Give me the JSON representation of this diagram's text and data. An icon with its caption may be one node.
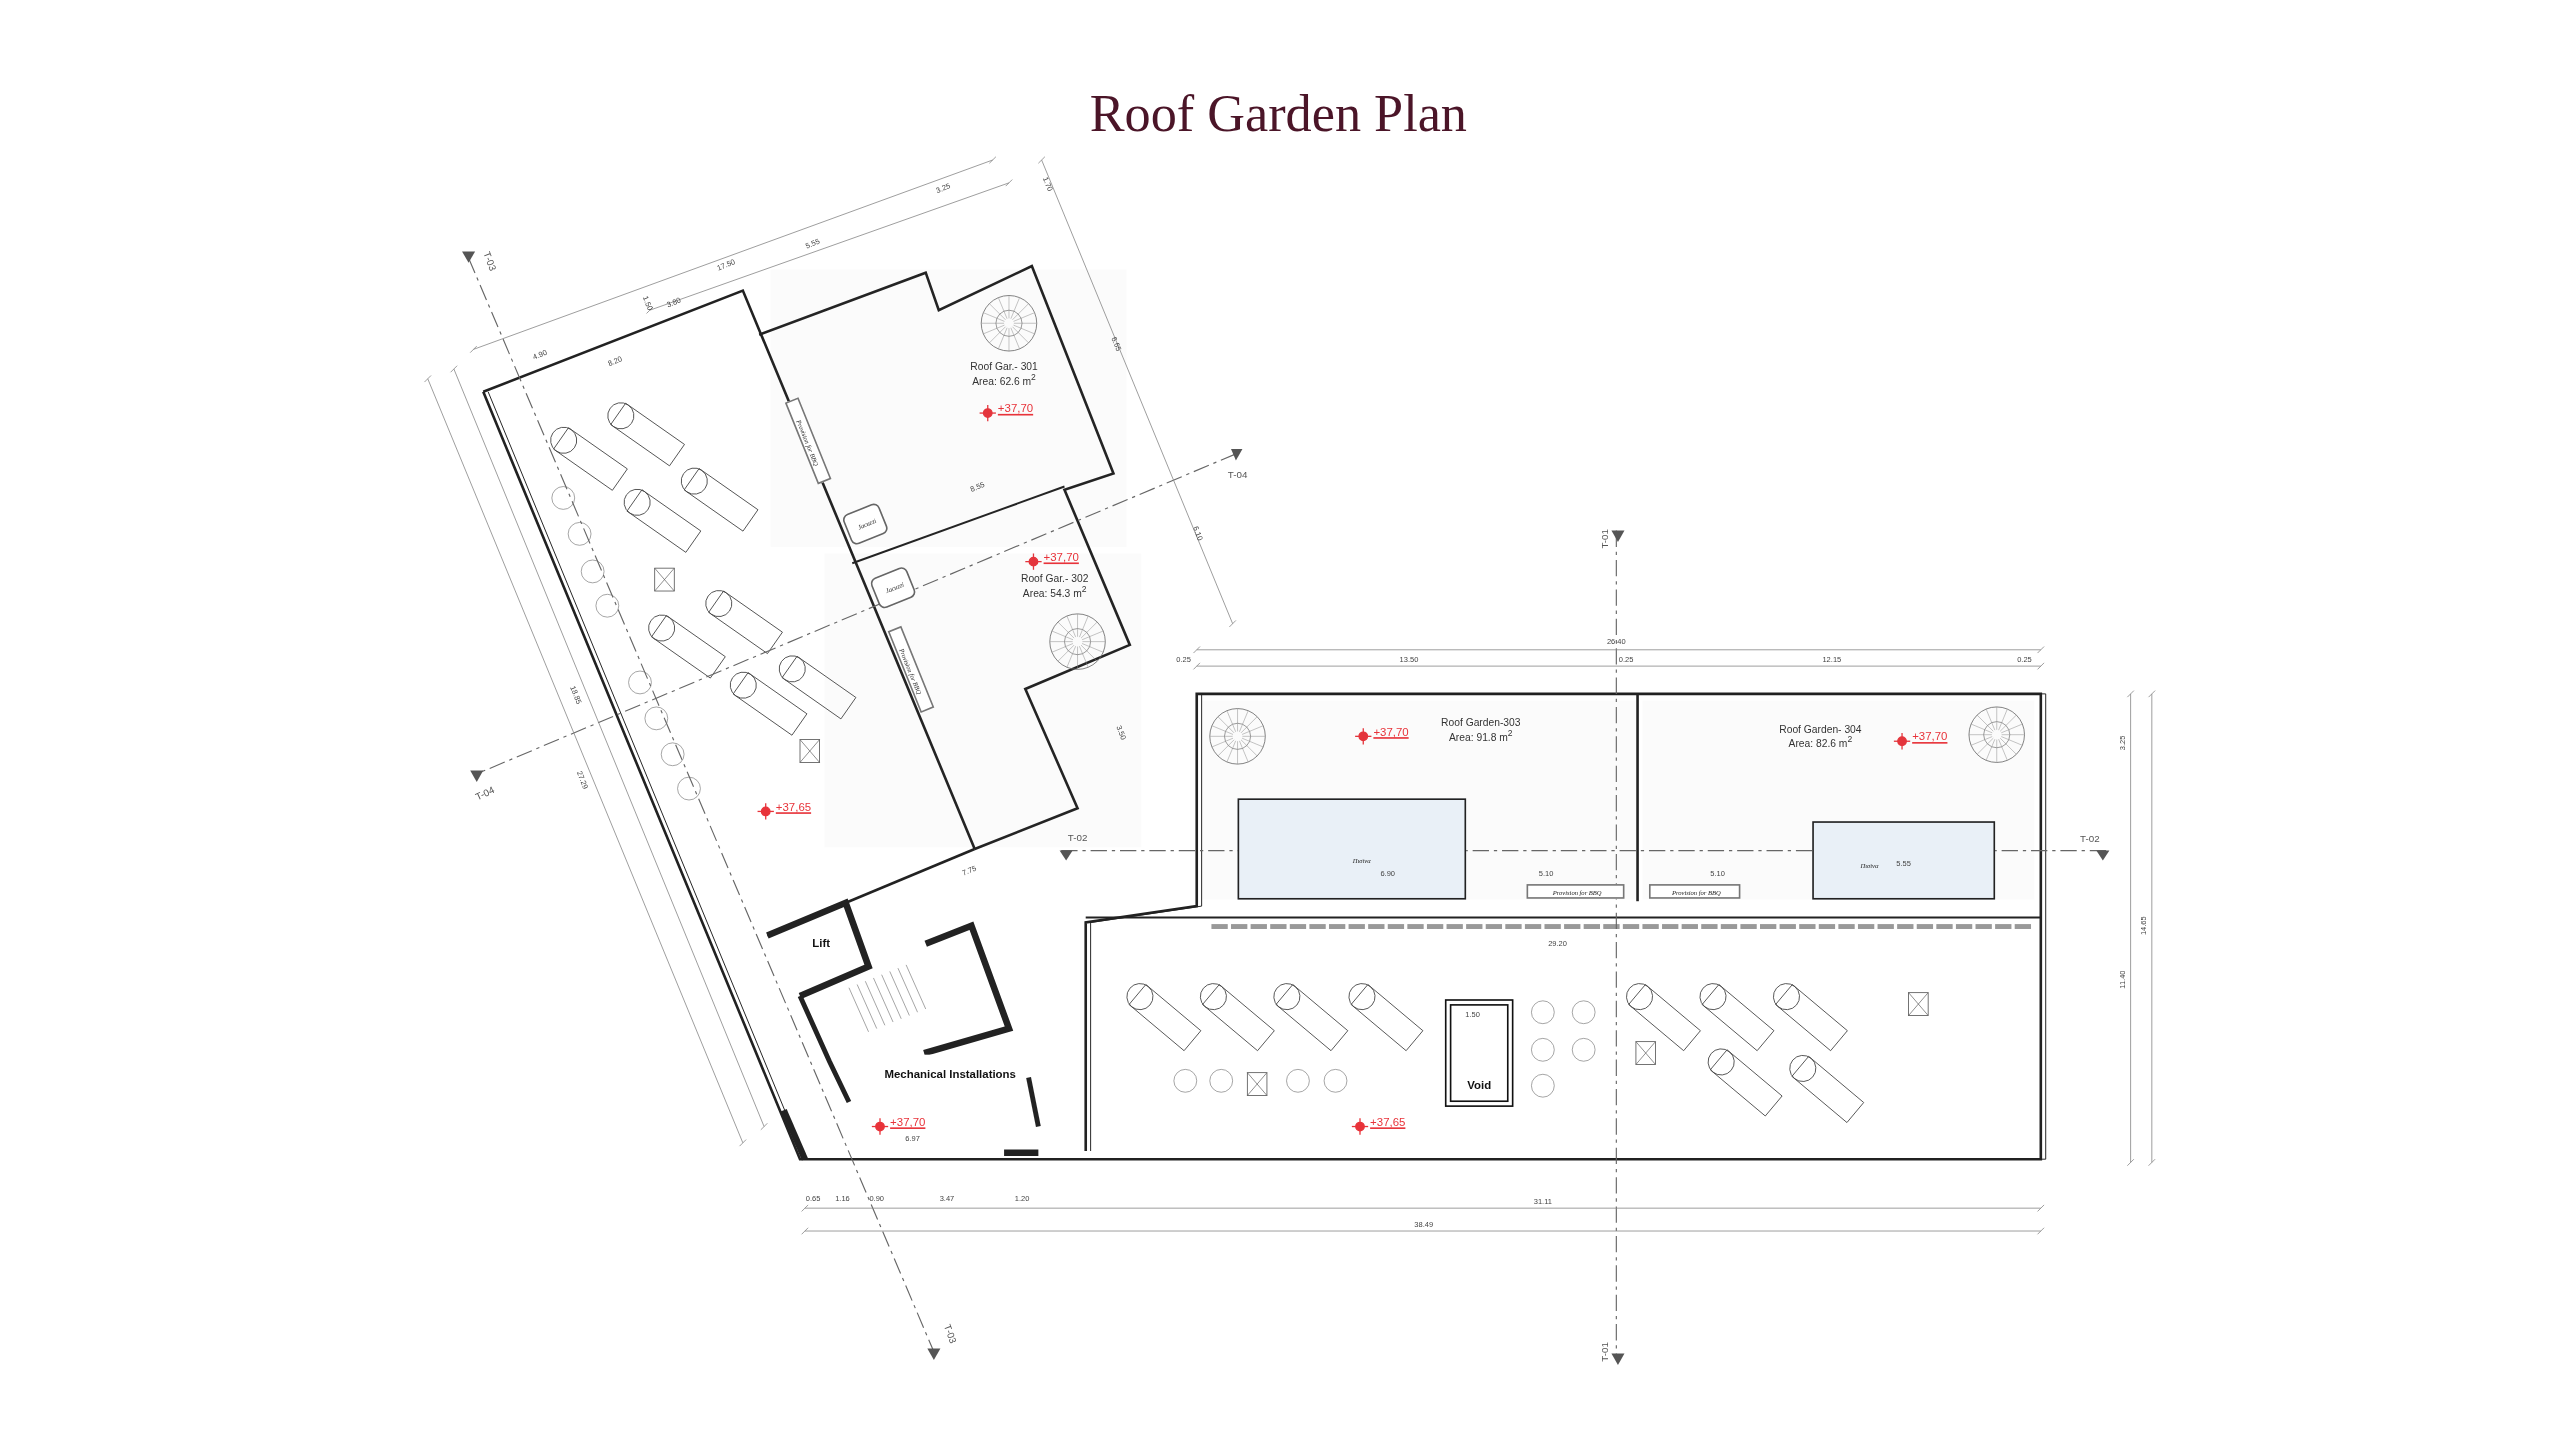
{
  "diagram": {
    "title": "Roof Garden Plan",
    "nodes": [
      {
        "text": [
          "Roof Gar.- 301",
          "Area: 62.6 m$^{2}$"
        ]
      },
      {
        "text": [
          "Provision for BBQ"
        ],
        "in": 0
      },
      {
        "text": [
          "Jacuzzi"
        ],
        "in": 0
      },
      {
        "text": [
          "Roof Gar.- 302",
          "Area: 54.3 m$^{2}$"
        ]
      },
      {
        "text": [
          "Jacuzzi"
        ],
        "in": 3
      },
      {
        "text": [
          "Provision for BBQ"
        ],
        "in": 3
      },
      {
        "text": [
          "Roof Garden-303",
          "Area: 91.8 m$^{2}$"
        ]
      },
      {
        "text": [
          "Πισίνα"
        ],
        "in": 6
      },
      {
        "text": [
          "Provision for BBQ"
        ],
        "in": 6
      },
      {
        "text": [
          "Roof Garden- 304",
          "Area: 82.6 m$^{2}$"
        ]
      },
      {
        "text": [
          "Provision for BBQ"
        ],
        "in": 9
      },
      {
        "text": [
          "Πισίνα"
        ],
        "in": 9
      },
      {
        "text": [
          "Lift"
        ]
      },
      {
        "text": [
          "Mechanical Installations"
        ]
      },
      {
        "text": [
          "Void"
        ]
      }
    ],
    "edges": [],
    "labels": [
      "3.25",
      "1.70",
      "5.55",
      "17.50",
      "T-03",
      "3.80",
      "1.50",
      "6.65",
      "4.90",
      "8.20",
      "+37,70",
      "T-04",
      "8.55",
      "6.10",
      "T-01",
      "+37,70",
      "26.40",
      "0.25",
      "13.50",
      "0.25",
      "12.15",
      "0.25",
      "18.85",
      "+37,70",
      "3.50",
      "+37,70",
      "3.25",
      "27.29",
      "T-04",
      "+37,65",
      "T-02",
      "T-02",
      "5.55",
      "7.75",
      "6.90",
      "5.10",
      "5.10",
      "14.65",
      "29.20",
      "11.40",
      "1.50",
      "+37,70",
      "+37,65",
      "6.97",
      "0.65",
      "1.16",
      "0.90",
      "3.47",
      "1.20",
      "31.11",
      "38.49",
      "T-03",
      "T-01"
    ]
  }
}
